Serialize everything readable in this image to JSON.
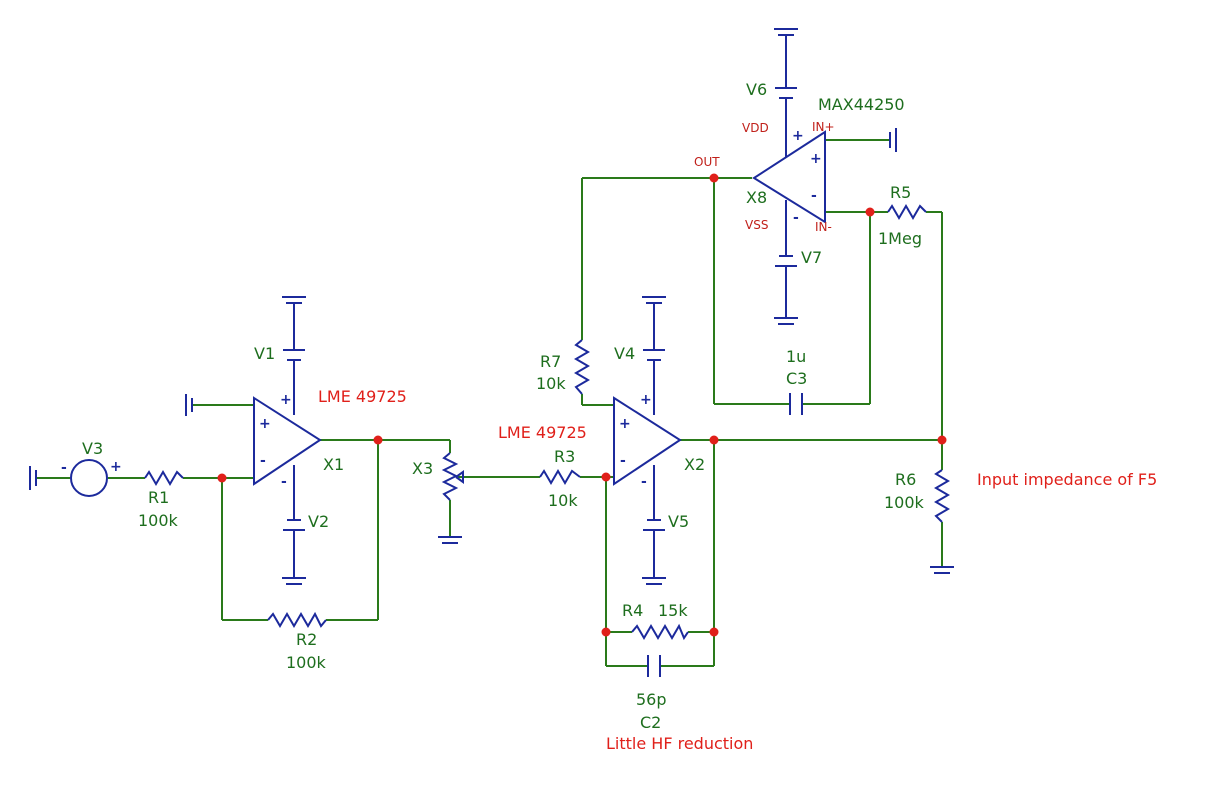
{
  "components": {
    "V1": "V1",
    "V2": "V2",
    "V3": "V3",
    "V4": "V4",
    "V5": "V5",
    "V6": "V6",
    "V7": "V7",
    "X1": "X1",
    "X2": "X2",
    "X3": "X3",
    "X8": "X8",
    "R1": {
      "name": "R1",
      "value": "100k"
    },
    "R2": {
      "name": "R2",
      "value": "100k"
    },
    "R3": {
      "name": "R3",
      "value": "10k"
    },
    "R4": {
      "name": "R4",
      "value": "15k"
    },
    "R5": {
      "name": "R5",
      "value": "1Meg"
    },
    "R6": {
      "name": "R6",
      "value": "100k"
    },
    "R7": {
      "name": "R7",
      "value": "10k"
    },
    "C2": {
      "name": "C2",
      "value": "56p"
    },
    "C3": {
      "name": "C3",
      "value": "1u"
    }
  },
  "part_labels": {
    "x1_part": "LME 49725",
    "x2_part": "LME 49725",
    "x8_part": "MAX44250"
  },
  "pins": {
    "out": "OUT",
    "vdd": "VDD",
    "vss": "VSS",
    "in_plus": "IN+",
    "in_minus": "IN-"
  },
  "annotations": {
    "input_impedance": "Input impedance of F5",
    "hf_reduction": "Little HF reduction"
  },
  "colors": {
    "wire": "#2a7a1a",
    "component": "#1c2a9c",
    "node": "#e0201a",
    "label": "#1e6e1e",
    "annotation": "#e0201a"
  }
}
